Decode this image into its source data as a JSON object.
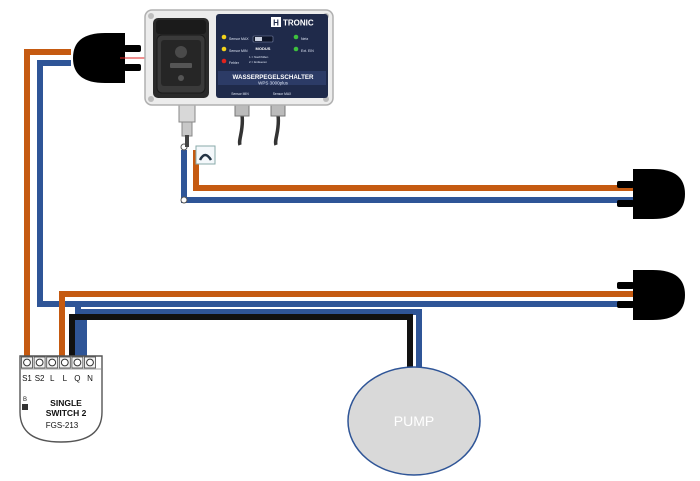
{
  "device": {
    "brand": "TRONIC",
    "brand_prefix": "H",
    "title": "WASSERPEGELSCHALTER",
    "model": "WPS 3000plus",
    "modus_label": "MODUS",
    "modus_options": [
      "1 = Nachfüllen",
      "2 = Entleeren"
    ],
    "status_left": [
      "Sensor MAX",
      "Sensor MIN",
      "Fehler"
    ],
    "status_right": [
      "Netz",
      "Ext. EIN"
    ],
    "sensor_left": "Sensor MIN",
    "sensor_right": "Sensor MAX",
    "led_colors": {
      "yellow": "#f3d21b",
      "red": "#e0231d",
      "green": "#3ec13e"
    }
  },
  "module": {
    "terminals": [
      "S1",
      "S2",
      "L",
      "L",
      "Q",
      "N"
    ],
    "button_label": "B",
    "name_line1": "SINGLE",
    "name_line2": "SWITCH 2",
    "model": "FGS-213"
  },
  "pump": {
    "label": "PUMP",
    "fill": "#d9d9d9"
  },
  "wire_colors": {
    "live": "#c55a11",
    "neutral": "#2f5597",
    "switched": "#111111"
  },
  "plugs": [
    {
      "name": "plug-top-left"
    },
    {
      "name": "plug-middle-right"
    },
    {
      "name": "plug-lower-right"
    }
  ]
}
